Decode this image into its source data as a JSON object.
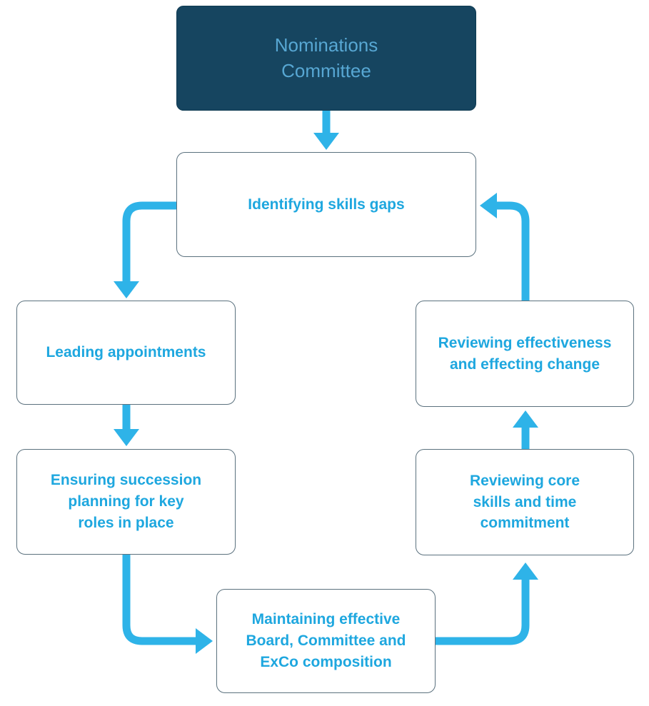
{
  "colors": {
    "accent_cyan": "#2EB3E8",
    "node_text": "#1EA7DF",
    "header_bg": "#164560",
    "header_text": "#57A7D3",
    "node_border": "#5B717E",
    "node_bg": "#FFFFFF",
    "page_bg": "#FFFFFF"
  },
  "header": {
    "label": "Nominations\nCommittee"
  },
  "cycle": {
    "nodes": [
      {
        "id": "identifying-skills-gaps",
        "label": "Identifying skills gaps"
      },
      {
        "id": "leading-appointments",
        "label": "Leading appointments"
      },
      {
        "id": "ensuring-succession-planning",
        "label": "Ensuring succession\nplanning for key\nroles in place"
      },
      {
        "id": "maintaining-effective-composition",
        "label": "Maintaining effective\nBoard, Committee and\nExCo composition"
      },
      {
        "id": "reviewing-core-skills",
        "label": "Reviewing core\nskills and time\ncommitment"
      },
      {
        "id": "reviewing-effectiveness",
        "label": "Reviewing effectiveness\nand effecting change"
      }
    ]
  }
}
